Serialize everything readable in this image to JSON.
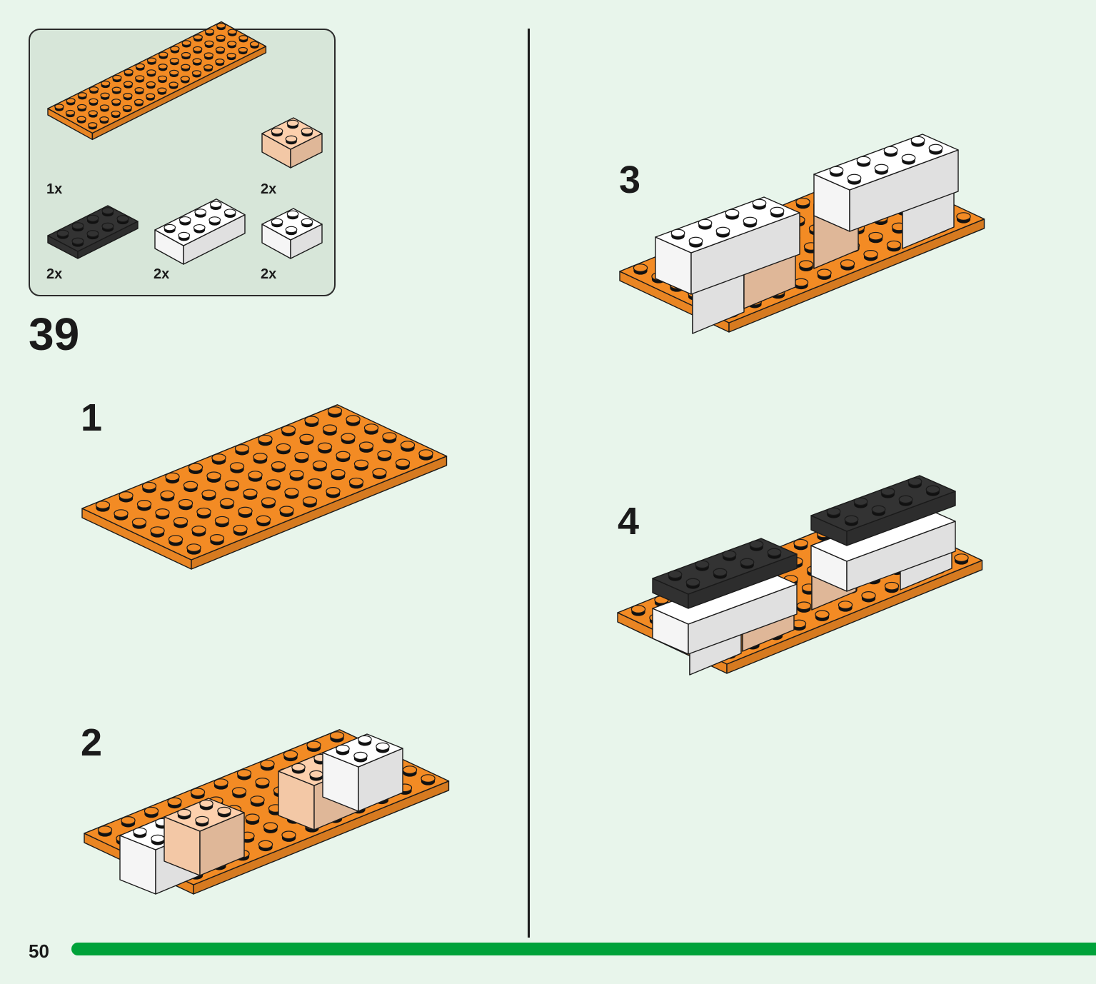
{
  "page": {
    "number": "50",
    "main_step": "39"
  },
  "parts_list": [
    {
      "quantity": "1x",
      "part": "orange plate 6x10"
    },
    {
      "quantity": "2x",
      "part": "peach brick 2x2"
    },
    {
      "quantity": "2x",
      "part": "black plate 2x4"
    },
    {
      "quantity": "2x",
      "part": "white brick 2x4"
    },
    {
      "quantity": "2x",
      "part": "white brick 2x2"
    }
  ],
  "sub_steps": [
    {
      "label": "1"
    },
    {
      "label": "2"
    },
    {
      "label": "3"
    },
    {
      "label": "4"
    }
  ],
  "colors": {
    "background": "#e8f5eb",
    "parts_box": "#d7e6d9",
    "orange": "#f38b24",
    "peach": "#fdd0ad",
    "white": "#ffffff",
    "black": "#333333",
    "progress_bar": "#00a23a"
  }
}
